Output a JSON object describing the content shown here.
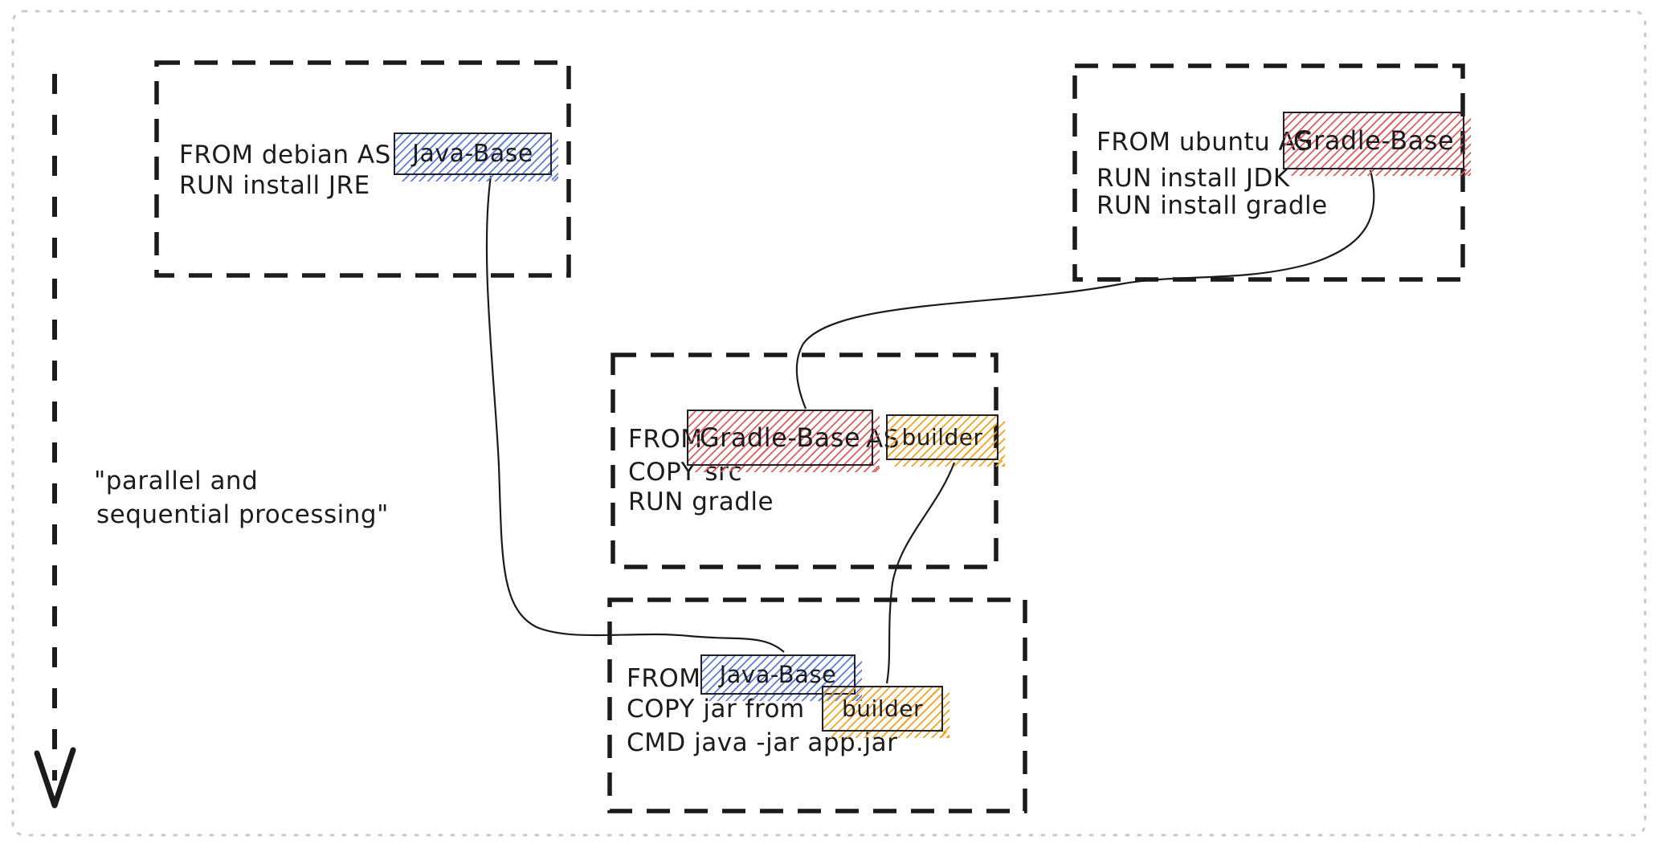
{
  "side_note": {
    "line1": "\"parallel and",
    "line2": "sequential processing\""
  },
  "stage_top_left": {
    "from": "FROM debian AS",
    "chip": "Java-Base",
    "run": "RUN install JRE"
  },
  "stage_top_right": {
    "from": "FROM ubuntu AS",
    "chip": "Gradle-Base",
    "run1": "RUN install JDK",
    "run2": "RUN install gradle"
  },
  "stage_middle": {
    "from": "FROM",
    "chip_base": "Gradle-Base",
    "as": "AS",
    "chip_alias": "builder",
    "copy": "COPY src",
    "run": "RUN gradle"
  },
  "stage_bottom": {
    "from": "FROM",
    "chip_base": "Java-Base",
    "copy": "COPY jar from",
    "chip_ref": "builder",
    "cmd": "CMD java -jar app.jar"
  },
  "colors": {
    "ink": "#1c1c1f",
    "blue_hatch": "#5b7de0",
    "red_hatch": "#e25b5b",
    "yellow_hatch": "#f5a31f",
    "page_border": "#c9c9c9"
  }
}
